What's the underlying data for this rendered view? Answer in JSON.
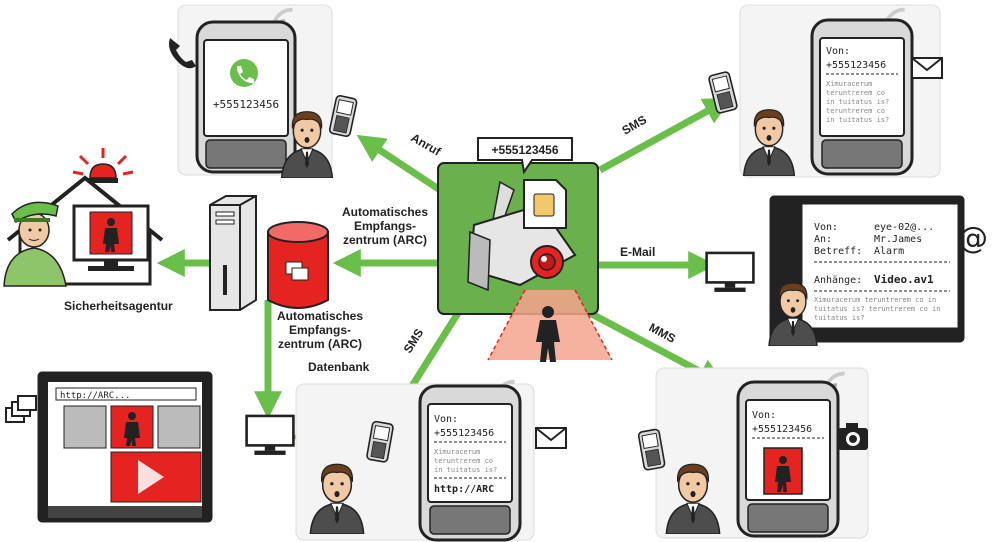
{
  "camera_phone_number": "+555123456",
  "call": {
    "label": "Anruf",
    "phone_number": "+555123456"
  },
  "sms_top": {
    "label": "SMS",
    "from_label": "Von:",
    "from_number": "+555123456",
    "body": [
      "Ximuracerum",
      "teruntrerem co",
      "in tuitatus is?",
      "teruntrerem co",
      "in tuitatus is?"
    ]
  },
  "email": {
    "label": "E-Mail",
    "from_key": "Von:",
    "from_val": "eye-02@...",
    "to_key": "An:",
    "to_val": "Mr.James",
    "subject_key": "Betreff:",
    "subject_val": "Alarm",
    "attachment_key": "Anhänge:",
    "attachment_val": "Video.av1",
    "body": [
      "Ximuracerum teruntrerem co in",
      "tuitatus is? teruntrerem co in",
      "tuitatus is?"
    ]
  },
  "mms": {
    "label": "MMS",
    "from_label": "Von:",
    "from_number": "+555123456"
  },
  "sms_bottom": {
    "label": "SMS",
    "from_label": "Von:",
    "from_number": "+555123456",
    "body": [
      "Ximuracerum",
      "teruntrerem co",
      "in tuitatus is?"
    ],
    "link": "http://ARC"
  },
  "arc": {
    "label_top": [
      "Automatisches",
      "Empfangs-",
      "zentrum (ARC)"
    ],
    "label_bottom": [
      "Automatisches",
      "Empfangs-",
      "zentrum (ARC)"
    ],
    "database_label": "Datenbank"
  },
  "security_agency": {
    "label": "Sicherheitsagentur"
  },
  "browser": {
    "url": "http://ARC..."
  },
  "colors": {
    "arrow": "#6abf4b",
    "camera_bg": "#6ab04c",
    "accent_red": "#e52421"
  }
}
